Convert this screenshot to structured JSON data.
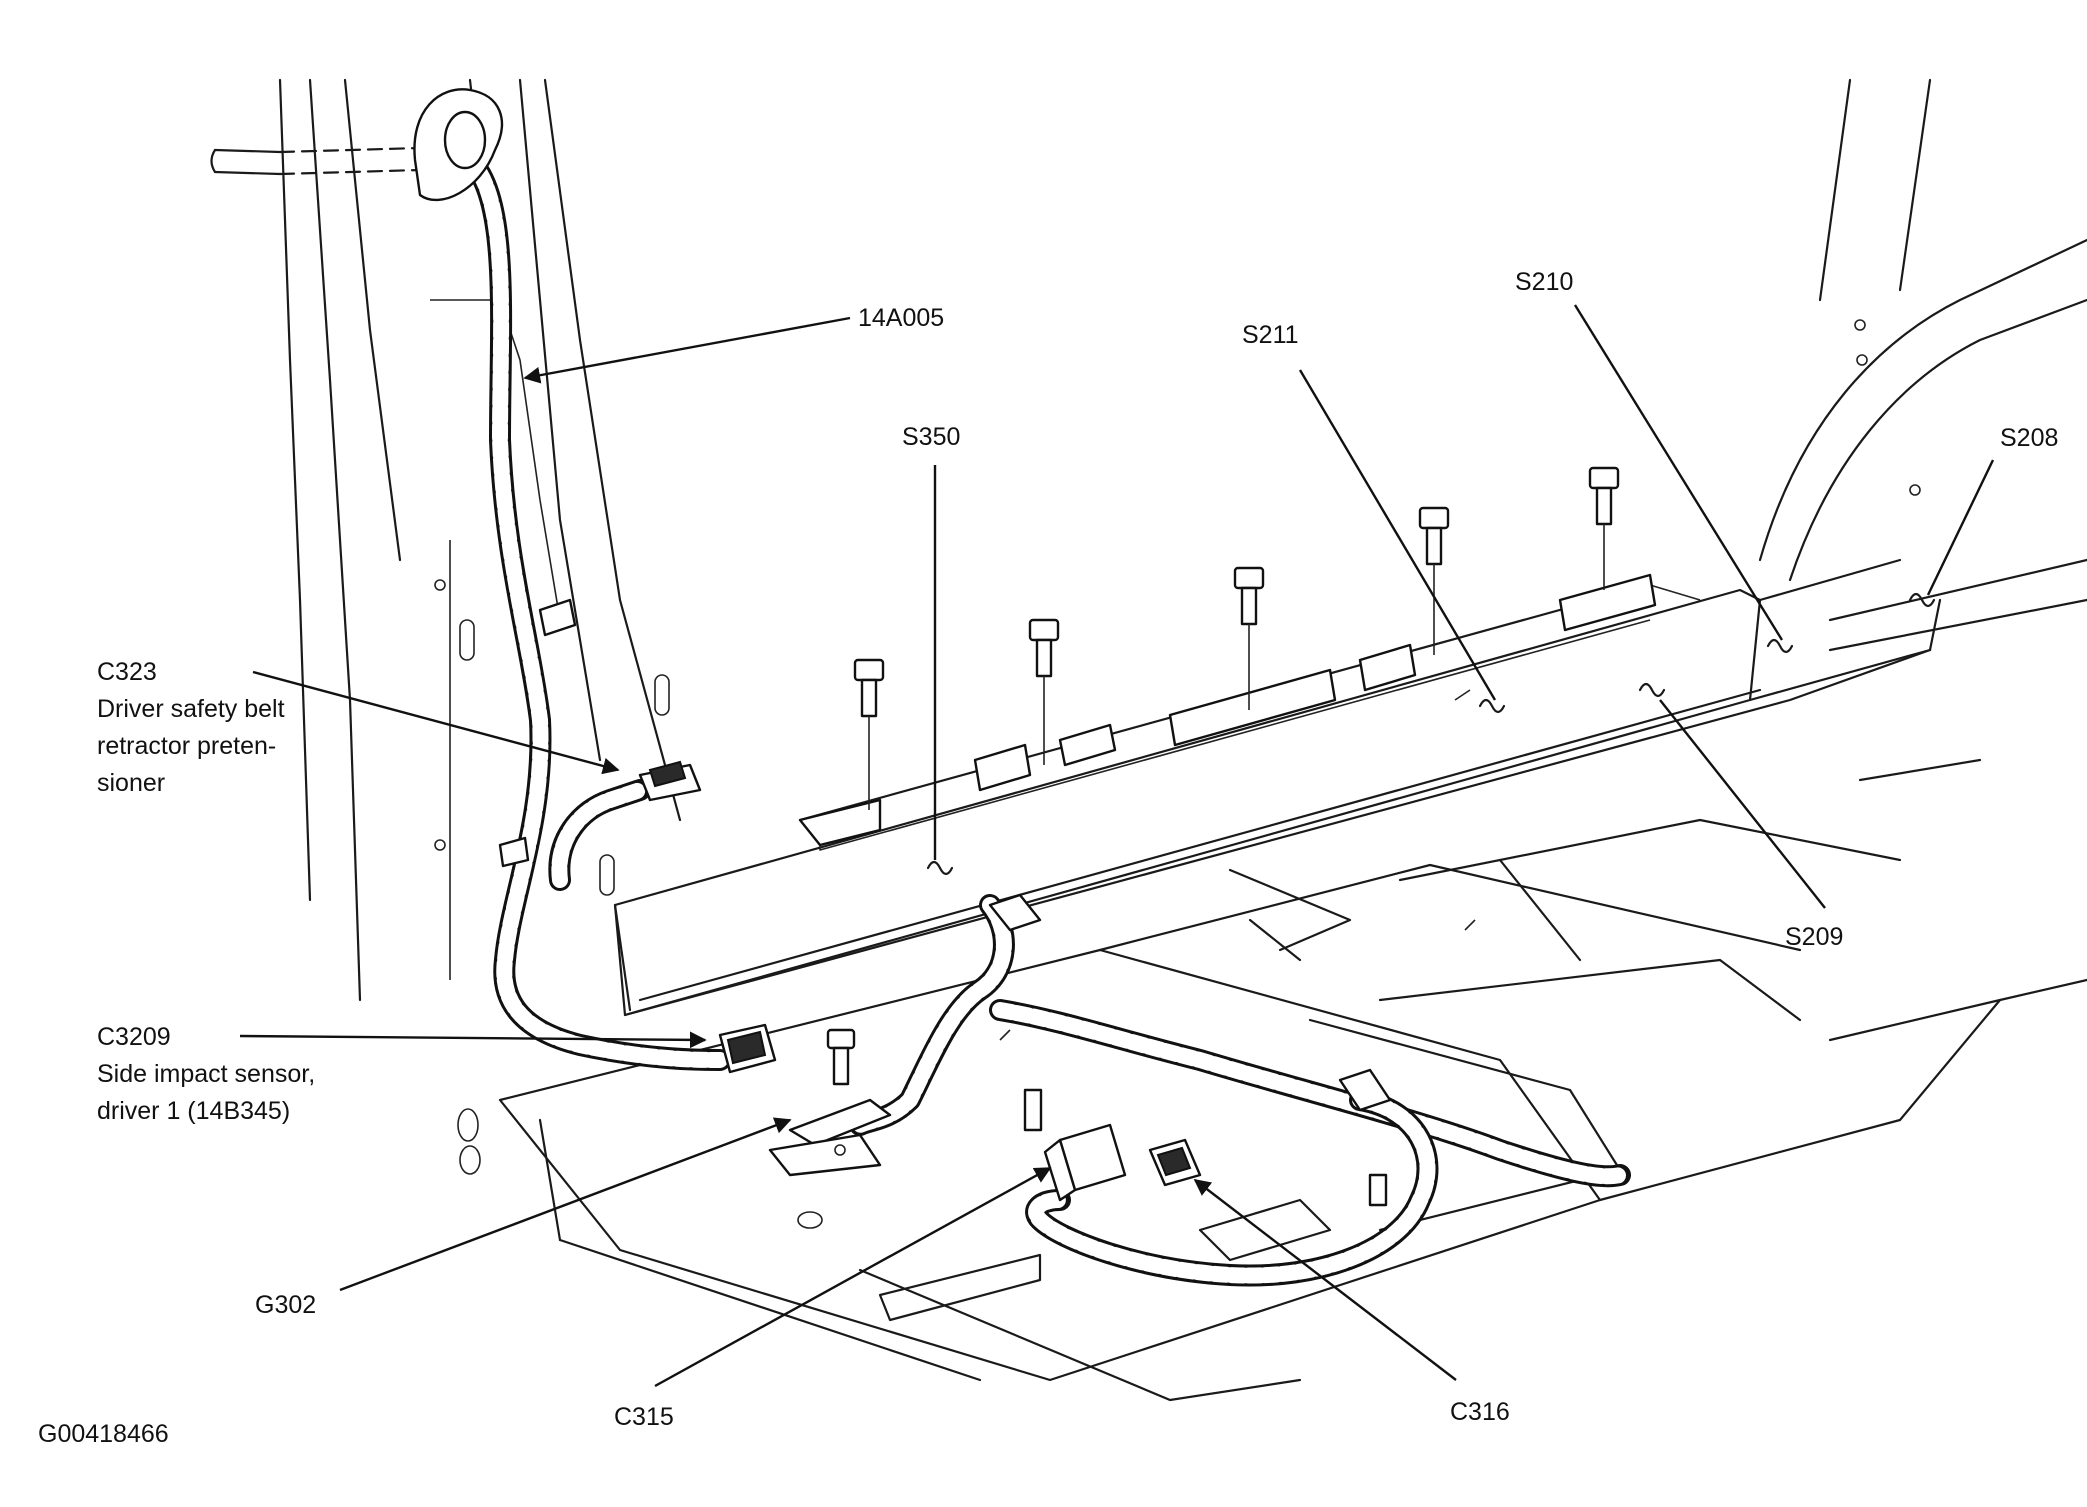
{
  "labels": {
    "wiring_14A005": "14A005",
    "c323_code": "C323",
    "c323_line1": "Driver safety belt",
    "c323_line2": "retractor preten-",
    "c323_line3": "sioner",
    "c3209_code": "C3209",
    "c3209_line1": "Side impact sensor,",
    "c3209_line2": "driver 1 (14B345)",
    "s350": "S350",
    "s211": "S211",
    "s210": "S210",
    "s208": "S208",
    "s209": "S209",
    "g302": "G302",
    "c315": "C315",
    "c316": "C316",
    "figure_id": "G00418466"
  }
}
